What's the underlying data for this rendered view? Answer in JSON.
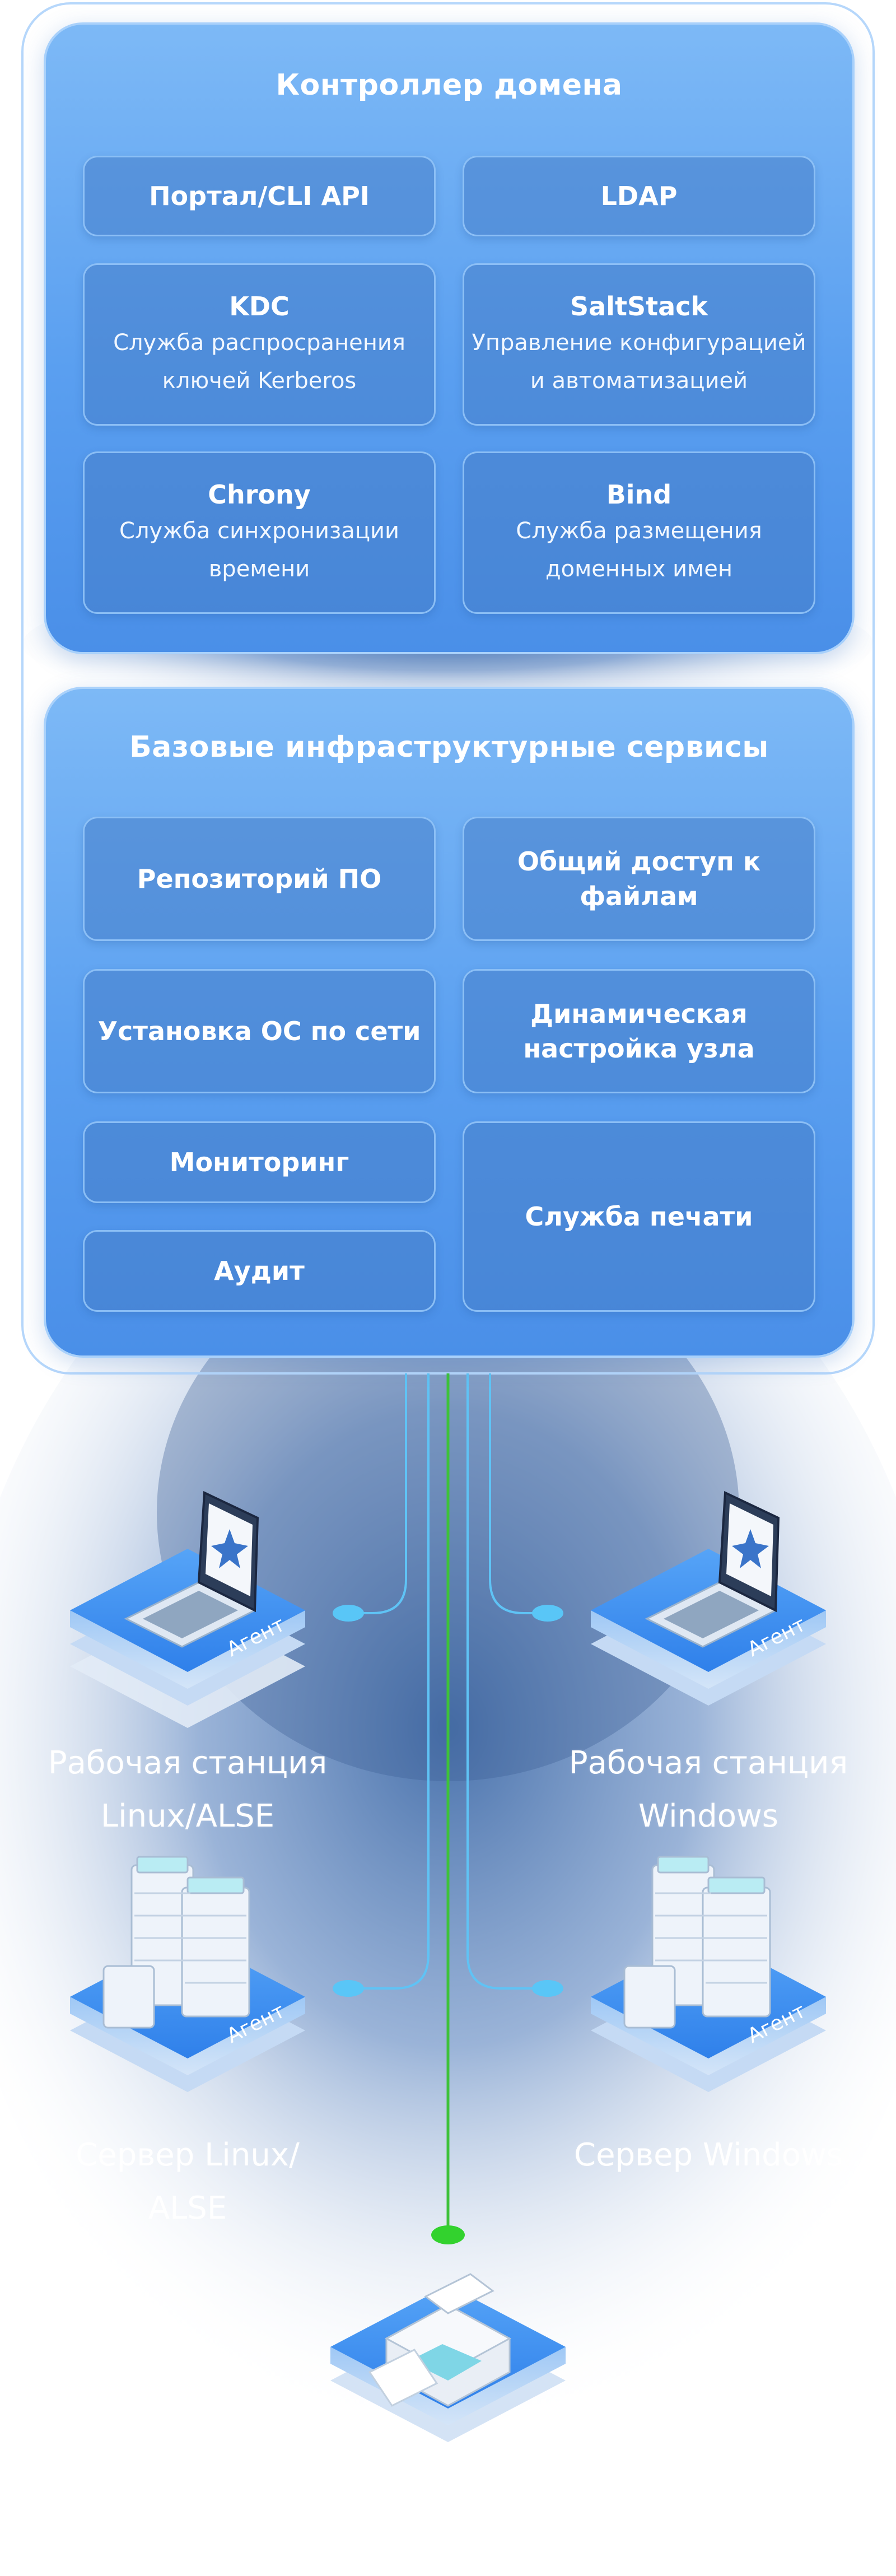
{
  "domain_controller": {
    "title": "Контроллер домена",
    "cards": [
      {
        "title": "Портал/CLI API",
        "subtitle": ""
      },
      {
        "title": "LDAP",
        "subtitle": ""
      },
      {
        "title": "KDC",
        "subtitle": "Служба распросранения ключей Kerberos"
      },
      {
        "title": "SaltStack",
        "subtitle": "Управление конфигурацией и автоматизацией"
      },
      {
        "title": "Chrony",
        "subtitle": "Служба синхронизации времени"
      },
      {
        "title": "Bind",
        "subtitle": "Служба размещения доменных имен"
      }
    ]
  },
  "base_services": {
    "title": "Базовые инфраструктурные сервисы",
    "cards": [
      {
        "title": "Репозиторий ПО"
      },
      {
        "title": "Общий доступ к файлам"
      },
      {
        "title": "Установка ОС по сети"
      },
      {
        "title": "Динамическая настройка узла"
      },
      {
        "title": "Мониторинг"
      },
      {
        "title": "Аудит"
      },
      {
        "title": "Служба печати"
      }
    ]
  },
  "nodes": {
    "workstation_linux": {
      "label": "Рабочая станция Linux/ALSE",
      "badge": "Агент"
    },
    "workstation_windows": {
      "label": "Рабочая станция Windows",
      "badge": "Агент"
    },
    "server_linux": {
      "label": "Сервер Linux/ ALSE",
      "badge": "Агент"
    },
    "server_windows": {
      "label": "Сервер Windows",
      "badge": "Агент"
    },
    "printer": {
      "label": ""
    }
  },
  "colors": {
    "panel": "#5a9ff0",
    "panel_border": "#a9d1fb",
    "connector": "#5fc3f5",
    "print_connector": "#3ec23a",
    "platform": "#3f8ff0"
  }
}
